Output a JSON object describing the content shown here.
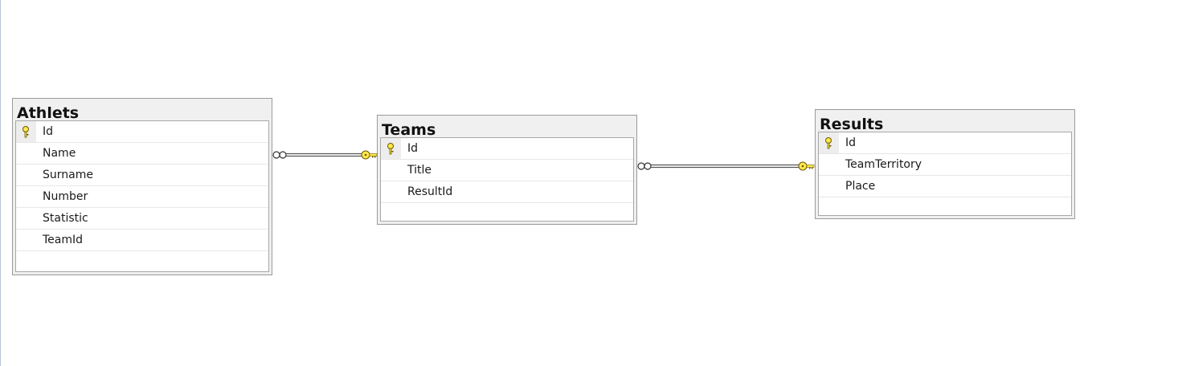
{
  "tables": [
    {
      "title": "Athlets",
      "columns": [
        {
          "name": "Id",
          "primary_key": true
        },
        {
          "name": "Name",
          "primary_key": false
        },
        {
          "name": "Surname",
          "primary_key": false
        },
        {
          "name": "Number",
          "primary_key": false
        },
        {
          "name": "Statistic",
          "primary_key": false
        },
        {
          "name": "TeamId",
          "primary_key": false
        }
      ]
    },
    {
      "title": "Teams",
      "columns": [
        {
          "name": "Id",
          "primary_key": true
        },
        {
          "name": "Title",
          "primary_key": false
        },
        {
          "name": "ResultId",
          "primary_key": false
        }
      ]
    },
    {
      "title": "Results",
      "columns": [
        {
          "name": "Id",
          "primary_key": true
        },
        {
          "name": "TeamTerritory",
          "primary_key": false
        },
        {
          "name": "Place",
          "primary_key": false
        }
      ]
    }
  ],
  "relationships": [
    {
      "from": "Athlets",
      "to": "Teams",
      "many_end": "Athlets",
      "one_end": "Teams"
    },
    {
      "from": "Teams",
      "to": "Results",
      "many_end": "Teams",
      "one_end": "Results"
    }
  ],
  "colors": {
    "key_fill": "#ffe94d",
    "key_stroke": "#6b5a00",
    "line": "#555555"
  },
  "icons": {
    "primary_key": "key-icon",
    "many_end": "infinity-icon",
    "one_end": "key-icon"
  }
}
